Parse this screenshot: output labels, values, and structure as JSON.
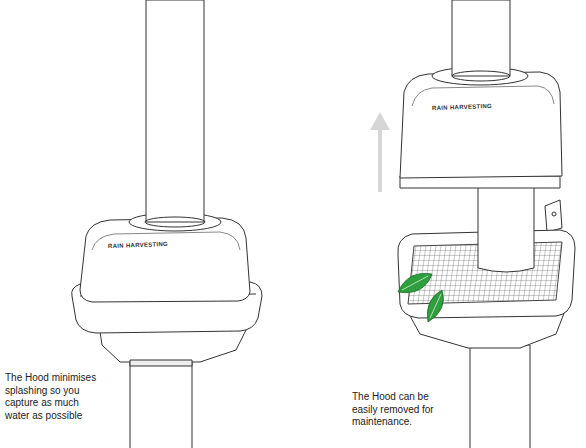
{
  "diagram": {
    "labels": [
      "RAIN HARVESTING",
      "The Hood minimises splashing so you capture as much water as possible",
      "RAIN HARVESTING",
      "The Hood can be easily removed for maintenance."
    ]
  }
}
